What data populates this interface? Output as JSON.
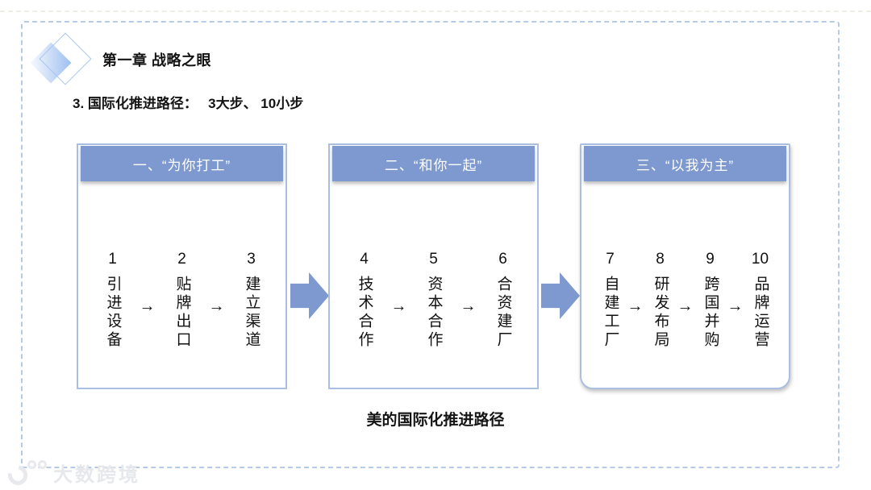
{
  "slide": {
    "chapter_title": "第一章 战略之眼",
    "subtitle": "3. 国际化推进路径：　 3大步、 10小步",
    "caption": "美的国际化推进路径",
    "watermark_text": "大数跨境"
  },
  "stages": [
    {
      "title": "一、“为你打工”",
      "steps": [
        {
          "number": "1",
          "label": "引进设备"
        },
        {
          "number": "2",
          "label": "贴牌出口"
        },
        {
          "number": "3",
          "label": "建立渠道"
        }
      ]
    },
    {
      "title": "二、“和你一起”",
      "steps": [
        {
          "number": "4",
          "label": "技术合作"
        },
        {
          "number": "5",
          "label": "资本合作"
        },
        {
          "number": "6",
          "label": "合资建厂"
        }
      ]
    },
    {
      "title": "三、“以我为主”",
      "steps": [
        {
          "number": "7",
          "label": "自建工厂"
        },
        {
          "number": "8",
          "label": "研发布局"
        },
        {
          "number": "9",
          "label": "跨国并购"
        },
        {
          "number": "10",
          "label": "品牌运营"
        }
      ]
    }
  ],
  "step_arrow": "→",
  "colors": {
    "stage_header_blue": "#7e99d0",
    "box_border_blue": "#aabfe1",
    "dashed_border_blue": "#b7cbe8",
    "block_arrow_blue": "#7e99d0",
    "text_black": "#141414",
    "watermark_gray": "#e6e8eb"
  }
}
